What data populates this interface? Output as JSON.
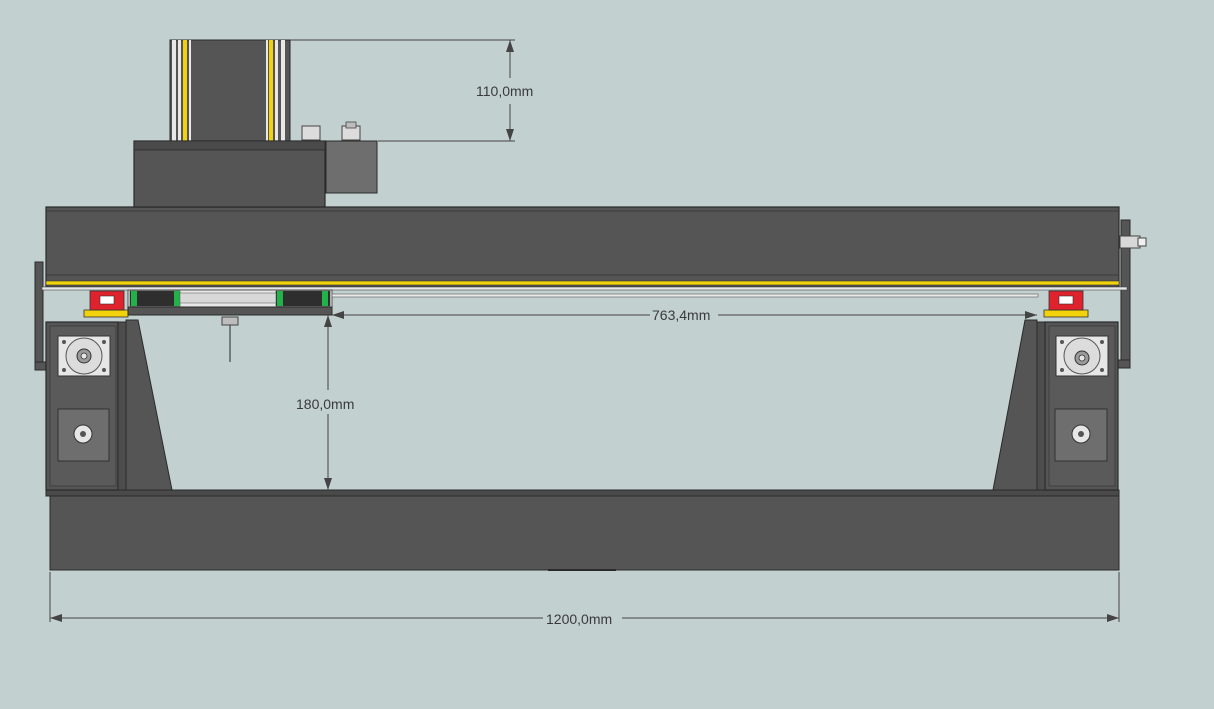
{
  "colors": {
    "background": "#c3d0d0",
    "frame_dark": "#555555",
    "frame_edge": "#2a2a2a",
    "motor_gray": "#6e6e6e",
    "rail_yellow": "#f2d20a",
    "rail_red": "#e0222c",
    "carriage_green": "#21b34a",
    "plate_light": "#e8e8e8",
    "dimension_line": "#444444"
  },
  "dimensions": {
    "motor_height": "110,0mm",
    "travel_width": "763,4mm",
    "clearance_height": "180,0mm",
    "overall_width": "1200,0mm"
  }
}
